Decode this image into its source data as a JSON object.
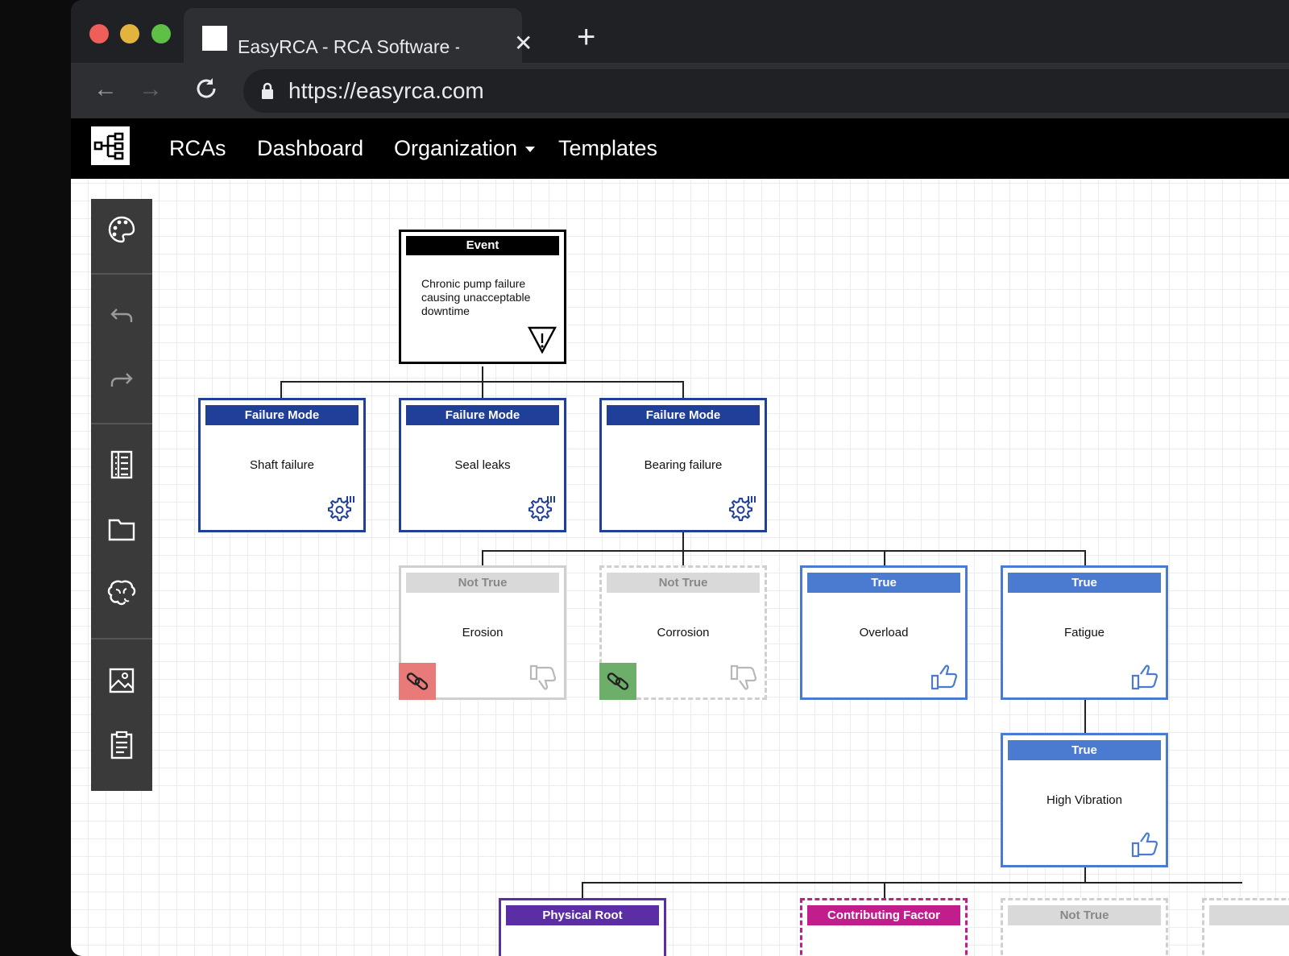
{
  "colors": {
    "navy": "#1f3f99",
    "blue": "#4a7bd0",
    "gray": "#d9d9d9",
    "purple": "#5b2ea6",
    "magenta": "#c21d8c",
    "red_tag": "#e87a7a",
    "green_tag": "#6dae6a"
  },
  "browser": {
    "tab_title": "EasyRCA - RCA Software - RCA Tool",
    "url": "https://easyrca.com"
  },
  "app_nav": {
    "items": [
      "RCAs",
      "Dashboard",
      "Organization",
      "Templates"
    ]
  },
  "toolbar": {
    "icons": [
      "palette-icon",
      "undo-icon",
      "redo-icon",
      "checklist-icon",
      "folder-icon",
      "brain-icon",
      "image-icon",
      "clipboard-icon"
    ]
  },
  "tree": {
    "event": {
      "header": "Event",
      "text": "Chronic pump failure causing unacceptable downtime",
      "icon": "warning-icon"
    },
    "failure_modes": [
      {
        "header": "Failure Mode",
        "text": "Shaft failure"
      },
      {
        "header": "Failure Mode",
        "text": "Seal leaks"
      },
      {
        "header": "Failure Mode",
        "text": "Bearing failure"
      }
    ],
    "hypotheses": [
      {
        "header": "Not True",
        "text": "Erosion",
        "icon": "thumbs-down-icon",
        "tag": "link-icon"
      },
      {
        "header": "Not True",
        "text": "Corrosion",
        "icon": "thumbs-down-icon",
        "tag": "link-icon"
      },
      {
        "header": "True",
        "text": "Overload",
        "icon": "thumbs-up-icon"
      },
      {
        "header": "True",
        "text": "Fatigue",
        "icon": "thumbs-up-icon"
      }
    ],
    "sub_hypothesis": {
      "header": "True",
      "text": "High Vibration",
      "icon": "thumbs-up-icon"
    },
    "roots": [
      {
        "header": "Physical Root"
      },
      {
        "header": "Contributing Factor"
      },
      {
        "header": "Not True"
      }
    ]
  }
}
